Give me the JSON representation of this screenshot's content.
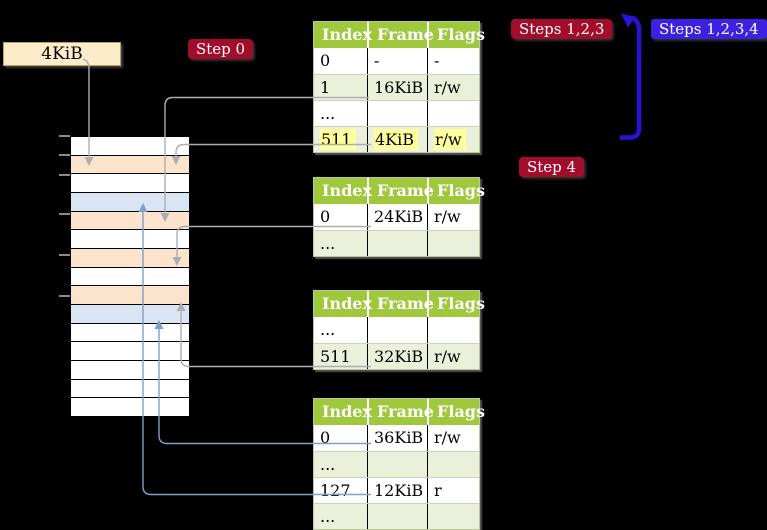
{
  "labels": {
    "frame_label": "4KiB",
    "step0": "Step 0",
    "steps123": "Steps 1,2,3",
    "steps1234": "Steps 1,2,3,4",
    "step4": "Step 4"
  },
  "colors": {
    "background": "#000000",
    "table_header_bg": "#9fc83c",
    "table_row_alt_bg": "#eaf0d9",
    "highlight_bg": "#ffff9b",
    "cream_label_bg": "#fbedc9",
    "badge_red_bg": "#a30d2c",
    "badge_blue_bg": "#3c22e0",
    "arrow_gray": "#abaeb3",
    "arrow_blue": "#7f9fcc",
    "thick_arrow_blue": "#2a12d6",
    "memory_peach": "#fbe3cc",
    "memory_blue": "#d9e5f3"
  },
  "memory_stack": {
    "rows": [
      "white",
      "peach",
      "white",
      "blue",
      "peach",
      "white",
      "peach",
      "white",
      "peach",
      "blue",
      "white",
      "white",
      "white",
      "white",
      "white"
    ]
  },
  "tables": [
    {
      "name": "page-table-1",
      "headers": [
        "Index",
        "Frame",
        "Flags"
      ],
      "rows": [
        {
          "cells": [
            "0",
            "-",
            "-"
          ],
          "highlight": false
        },
        {
          "cells": [
            "1",
            "16KiB",
            "r/w"
          ],
          "highlight": false
        },
        {
          "cells": [
            "...",
            "",
            ""
          ],
          "highlight": false
        },
        {
          "cells": [
            "511",
            "4KiB",
            "r/w"
          ],
          "highlight": true
        }
      ]
    },
    {
      "name": "page-table-2",
      "headers": [
        "Index",
        "Frame",
        "Flags"
      ],
      "rows": [
        {
          "cells": [
            "0",
            "24KiB",
            "r/w"
          ],
          "highlight": false
        },
        {
          "cells": [
            "...",
            "",
            ""
          ],
          "highlight": false
        }
      ]
    },
    {
      "name": "page-table-3",
      "headers": [
        "Index",
        "Frame",
        "Flags"
      ],
      "rows": [
        {
          "cells": [
            "...",
            "",
            ""
          ],
          "highlight": false
        },
        {
          "cells": [
            "511",
            "32KiB",
            "r/w"
          ],
          "highlight": false
        }
      ]
    },
    {
      "name": "page-table-4",
      "headers": [
        "Index",
        "Frame",
        "Flags"
      ],
      "rows": [
        {
          "cells": [
            "0",
            "36KiB",
            "r/w"
          ],
          "highlight": false
        },
        {
          "cells": [
            "...",
            "",
            ""
          ],
          "highlight": false
        },
        {
          "cells": [
            "127",
            "12KiB",
            "r"
          ],
          "highlight": false
        },
        {
          "cells": [
            "...",
            "",
            ""
          ],
          "highlight": false
        }
      ]
    }
  ]
}
